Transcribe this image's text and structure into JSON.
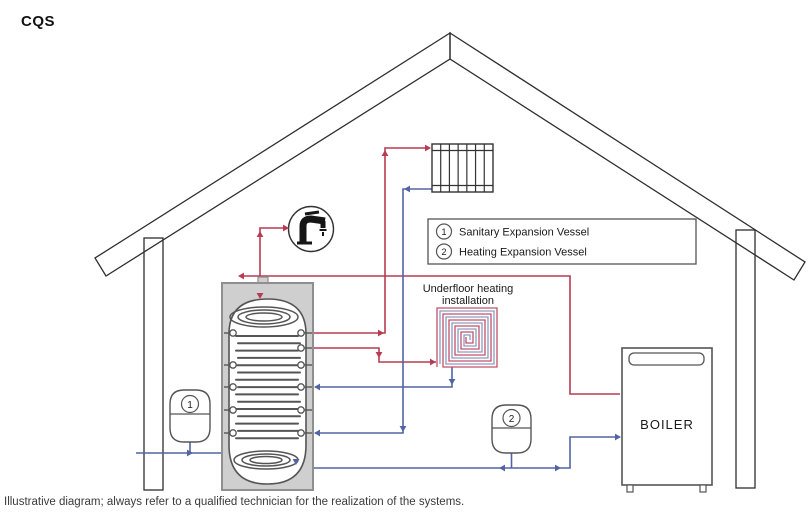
{
  "title": "CQS",
  "caption": "Illustrative diagram; always refer to a qualified technician for the realization of the systems.",
  "legend": {
    "items": [
      {
        "num": "1",
        "label": "Sanitary Expansion Vessel"
      },
      {
        "num": "2",
        "label": "Heating Expansion Vessel"
      }
    ]
  },
  "labels": {
    "underfloor_line1": "Underfloor heating",
    "underfloor_line2": "installation",
    "boiler": "BOILER"
  },
  "icons": {
    "tap": "tap-icon",
    "radiator": "radiator-icon",
    "underfloor_coil": "underfloor-coil-icon",
    "expansion_vessel": "expansion-vessel-icon"
  },
  "colors": {
    "hot_pipe": "#b83b52",
    "cold_pipe": "#5264a4",
    "diagram_line": "#2e2e2e",
    "tank_jacket": "#cfcfcf"
  }
}
